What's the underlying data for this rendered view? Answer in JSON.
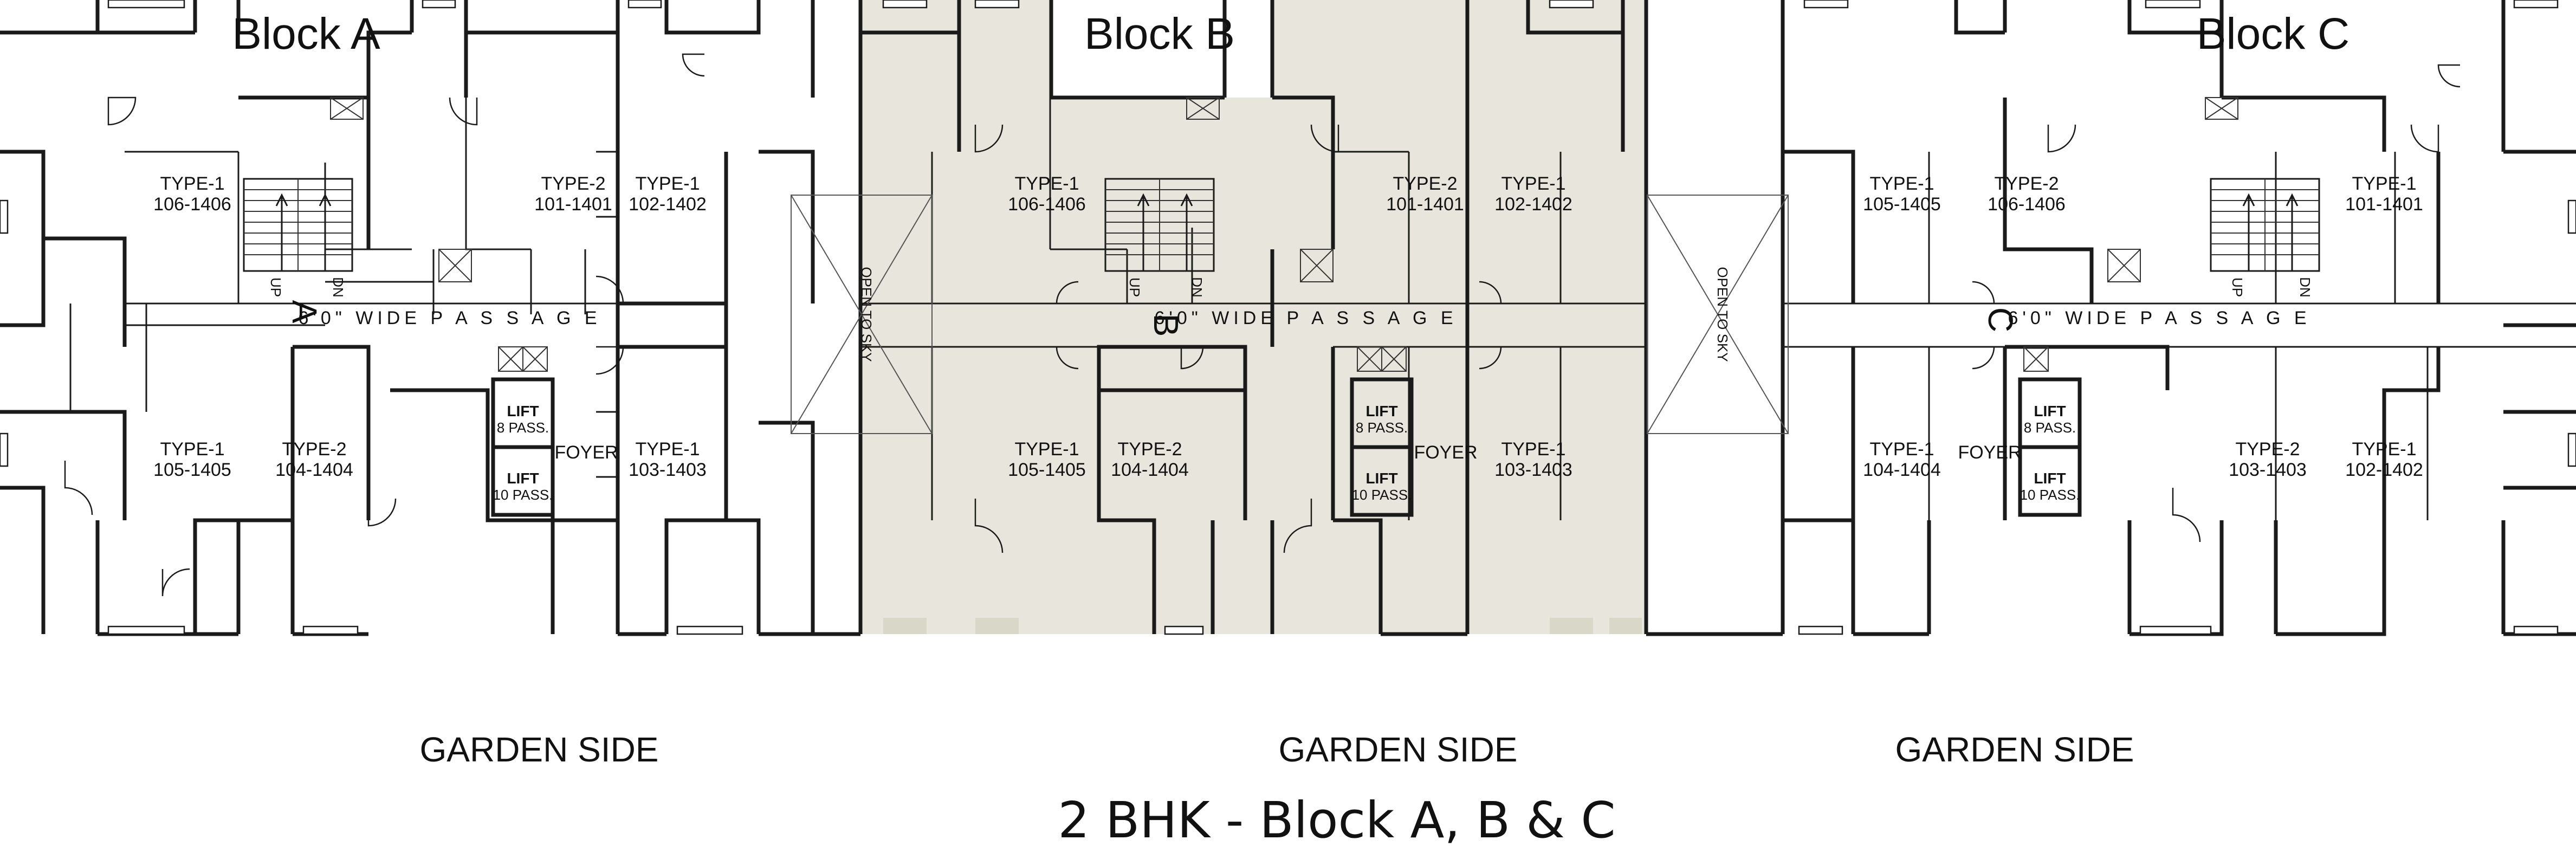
{
  "caption": "2 BHK - Block A, B & C",
  "blocks": [
    {
      "title": "Block A",
      "letter": "A",
      "passage": "6'0\" WIDE P A S S A G E",
      "stairs": {
        "up": "UP",
        "dn": "DN"
      },
      "foyer": "FOYER",
      "lifts": [
        {
          "label": "LIFT",
          "capacity": "8 PASS."
        },
        {
          "label": "LIFT",
          "capacity": "10 PASS."
        }
      ],
      "units": [
        {
          "type": "TYPE-1",
          "numbers": "106-1406"
        },
        {
          "type": "TYPE-2",
          "numbers": "101-1401"
        },
        {
          "type": "TYPE-1",
          "numbers": "102-1402"
        },
        {
          "type": "TYPE-1",
          "numbers": "105-1405"
        },
        {
          "type": "TYPE-2",
          "numbers": "104-1404"
        },
        {
          "type": "TYPE-1",
          "numbers": "103-1403"
        }
      ],
      "garden": "GARDEN SIDE"
    },
    {
      "title": "Block B",
      "letter": "B",
      "passage": "6'0\" WIDE P A S S A G E",
      "stairs": {
        "up": "UP",
        "dn": "DN"
      },
      "foyer": "FOYER",
      "lifts": [
        {
          "label": "LIFT",
          "capacity": "8 PASS."
        },
        {
          "label": "LIFT",
          "capacity": "10 PASS."
        }
      ],
      "units": [
        {
          "type": "TYPE-1",
          "numbers": "106-1406"
        },
        {
          "type": "TYPE-2",
          "numbers": "101-1401"
        },
        {
          "type": "TYPE-1",
          "numbers": "102-1402"
        },
        {
          "type": "TYPE-1",
          "numbers": "105-1405"
        },
        {
          "type": "TYPE-2",
          "numbers": "104-1404"
        },
        {
          "type": "TYPE-1",
          "numbers": "103-1403"
        }
      ],
      "garden": "GARDEN SIDE"
    },
    {
      "title": "Block C",
      "letter": "C",
      "passage": "6'0\" WIDE P A S S A G E",
      "stairs": {
        "up": "UP",
        "dn": "DN"
      },
      "foyer": "FOYER",
      "lifts": [
        {
          "label": "LIFT",
          "capacity": "8 PASS."
        },
        {
          "label": "LIFT",
          "capacity": "10 PASS."
        }
      ],
      "units": [
        {
          "type": "TYPE-1",
          "numbers": "105-1405"
        },
        {
          "type": "TYPE-2",
          "numbers": "106-1406"
        },
        {
          "type": "TYPE-1",
          "numbers": "101-1401"
        },
        {
          "type": "TYPE-1",
          "numbers": "104-1404"
        },
        {
          "type": "TYPE-2",
          "numbers": "103-1403"
        },
        {
          "type": "TYPE-1",
          "numbers": "102-1402"
        }
      ],
      "garden": "GARDEN SIDE"
    }
  ],
  "open_to_sky": [
    "OPEN TO SKY",
    "OPEN TO SKY"
  ],
  "colors": {
    "walls": "#1a1a1a",
    "highlight": "#e8e6dc",
    "background": "#ffffff"
  }
}
